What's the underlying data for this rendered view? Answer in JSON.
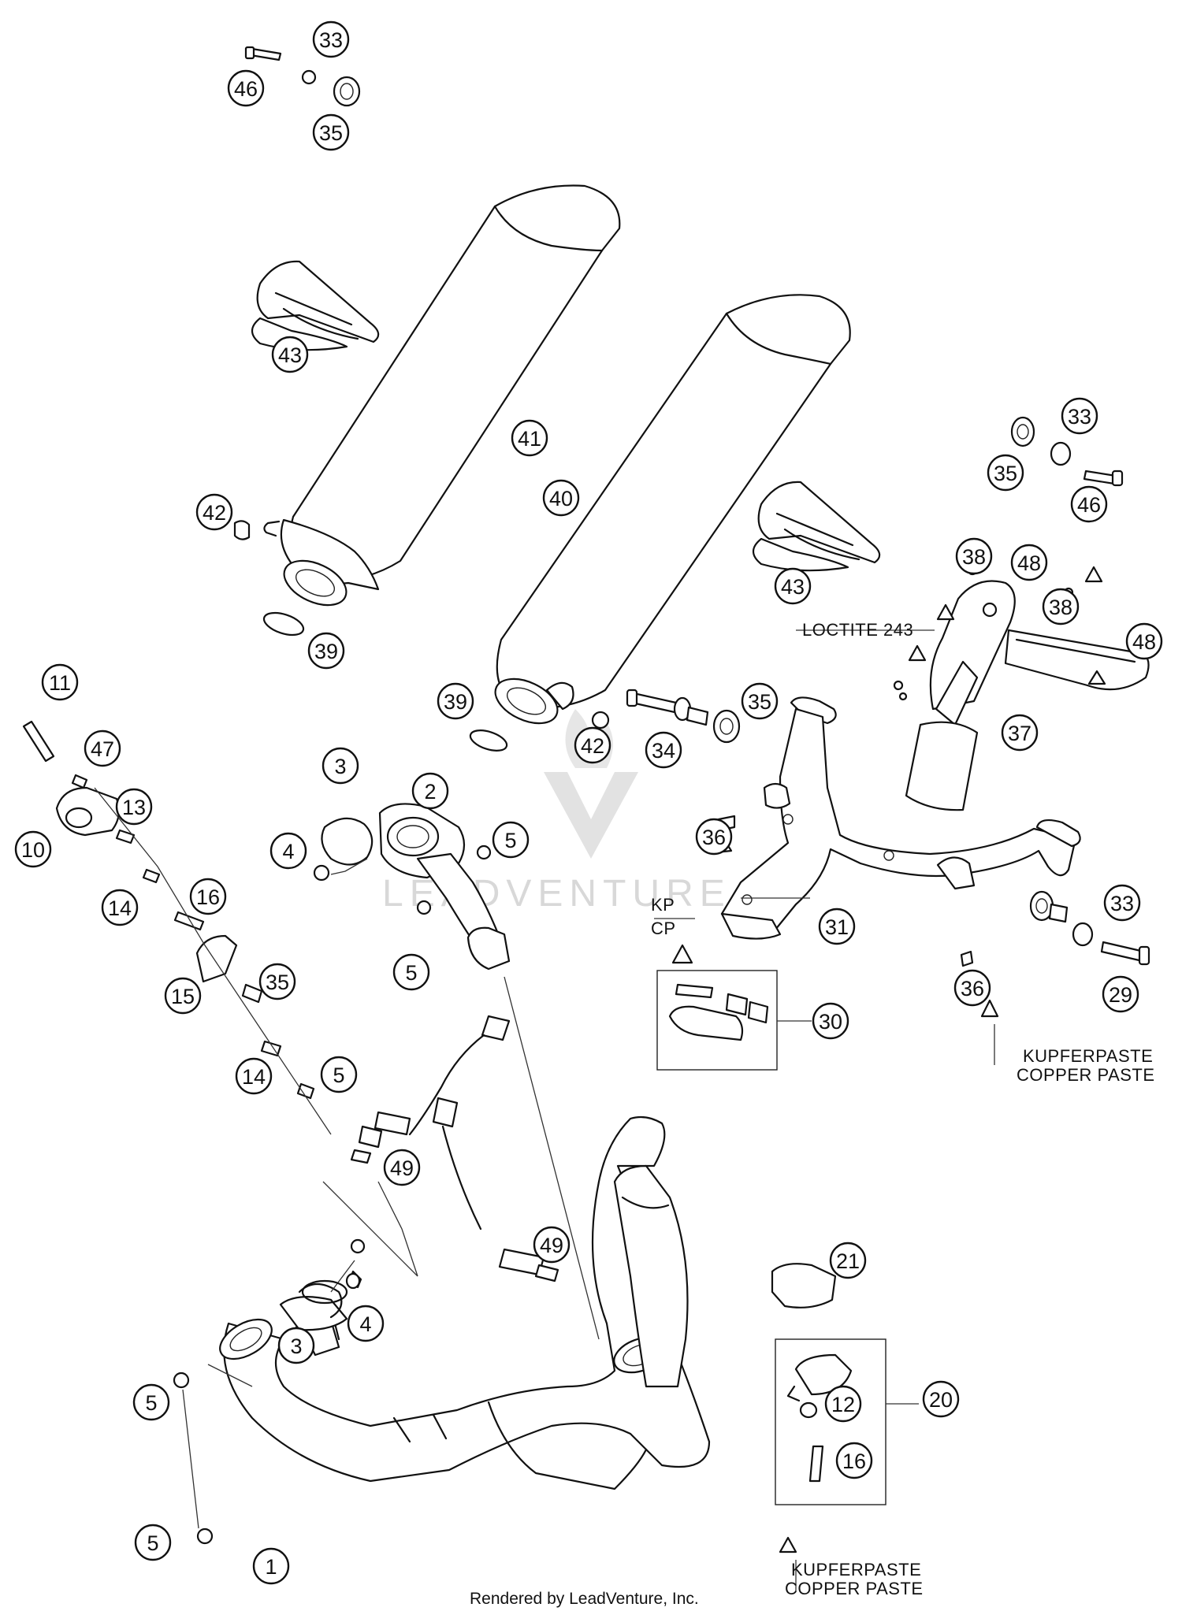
{
  "callouts": [
    {
      "label": "33"
    },
    {
      "label": "46"
    },
    {
      "label": "35"
    },
    {
      "label": "43"
    },
    {
      "label": "41"
    },
    {
      "label": "40"
    },
    {
      "label": "42"
    },
    {
      "label": "39"
    },
    {
      "label": "43"
    },
    {
      "label": "33"
    },
    {
      "label": "35"
    },
    {
      "label": "46"
    },
    {
      "label": "38"
    },
    {
      "label": "48"
    },
    {
      "label": "38"
    },
    {
      "label": "48"
    },
    {
      "label": "37"
    },
    {
      "label": "39"
    },
    {
      "label": "42"
    },
    {
      "label": "35"
    },
    {
      "label": "34"
    },
    {
      "label": "36"
    },
    {
      "label": "31"
    },
    {
      "label": "33"
    },
    {
      "label": "36"
    },
    {
      "label": "29"
    },
    {
      "label": "30"
    },
    {
      "label": "11"
    },
    {
      "label": "47"
    },
    {
      "label": "10"
    },
    {
      "label": "13"
    },
    {
      "label": "14"
    },
    {
      "label": "16"
    },
    {
      "label": "15"
    },
    {
      "label": "35"
    },
    {
      "label": "14"
    },
    {
      "label": "5"
    },
    {
      "label": "3"
    },
    {
      "label": "2"
    },
    {
      "label": "4"
    },
    {
      "label": "5"
    },
    {
      "label": "5"
    },
    {
      "label": "49"
    },
    {
      "label": "49"
    },
    {
      "label": "21"
    },
    {
      "label": "3"
    },
    {
      "label": "4"
    },
    {
      "label": "5"
    },
    {
      "label": "20"
    },
    {
      "label": "12"
    },
    {
      "label": "16"
    },
    {
      "label": "5"
    },
    {
      "label": "1"
    }
  ],
  "notes": {
    "loctite": "LOCTITE 243",
    "kp": "KP",
    "cp": "CP",
    "kupferpaste_1": "KUPFERPASTE",
    "copper_paste_1": "COPPER PASTE",
    "kupferpaste_2": "KUPFERPASTE",
    "copper_paste_2": "COPPER PASTE"
  },
  "watermark": "LEADVENTURE",
  "footer": "Rendered by LeadVenture, Inc."
}
